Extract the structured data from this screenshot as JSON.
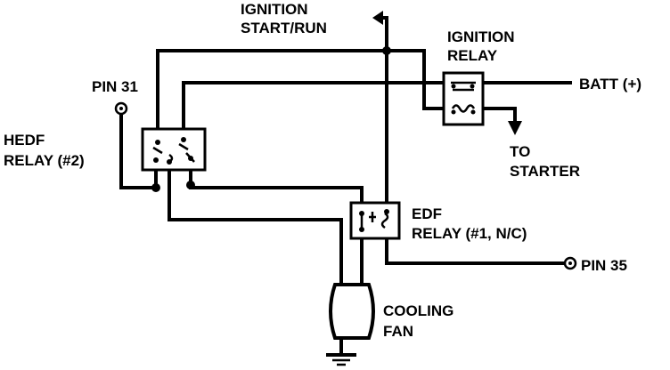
{
  "labels": {
    "ignition_start_run_line1": "IGNITION",
    "ignition_start_run_line2": "START/RUN",
    "ignition_relay_line1": "IGNITION",
    "ignition_relay_line2": "RELAY",
    "batt": "BATT (+)",
    "to_starter_line1": "TO",
    "to_starter_line2": "STARTER",
    "pin31": "PIN 31",
    "hedf_line1": "HEDF",
    "hedf_line2": "RELAY (#2)",
    "edf_line1": "EDF",
    "edf_line2": "RELAY (#1, N/C)",
    "pin35": "PIN 35",
    "cooling_line1": "COOLING",
    "cooling_line2": "FAN"
  }
}
